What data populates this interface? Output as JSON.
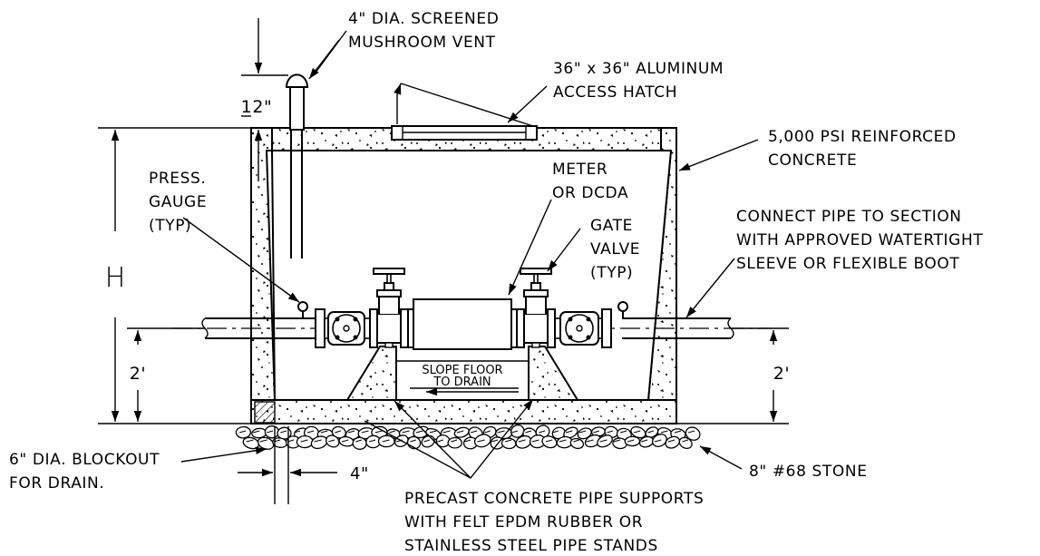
{
  "labels": {
    "vent": [
      "4\" DIA. SCREENED",
      "MUSHROOM VENT"
    ],
    "hatch": [
      "36\" x 36\" ALUMINUM",
      "ACCESS HATCH"
    ],
    "concrete": [
      "5,000 PSI REINFORCED",
      "CONCRETE"
    ],
    "meter": [
      "METER",
      "OR DCDA"
    ],
    "gauge": [
      "PRESS.",
      "GAUGE",
      "(TYP)"
    ],
    "gate_valve": [
      "GATE",
      "VALVE",
      "(TYP)"
    ],
    "connect": [
      "CONNECT PIPE TO SECTION",
      "WITH APPROVED WATERTIGHT",
      "SLEEVE OR FLEXIBLE BOOT"
    ],
    "slope": [
      "SLOPE FLOOR",
      "TO DRAIN"
    ],
    "blockout": [
      "6\" DIA. BLOCKOUT",
      "FOR DRAIN."
    ],
    "stone": "8\" #68 STONE",
    "supports": [
      "PRECAST CONCRETE PIPE SUPPORTS",
      "WITH FELT EPDM RUBBER OR",
      "STAINLESS STEEL PIPE STANDS"
    ]
  },
  "dimensions": {
    "vent_height": "12\"",
    "vault_height": "H",
    "pipe_height_left": "2'",
    "pipe_height_right": "2'",
    "blockout_offset": "4\""
  }
}
